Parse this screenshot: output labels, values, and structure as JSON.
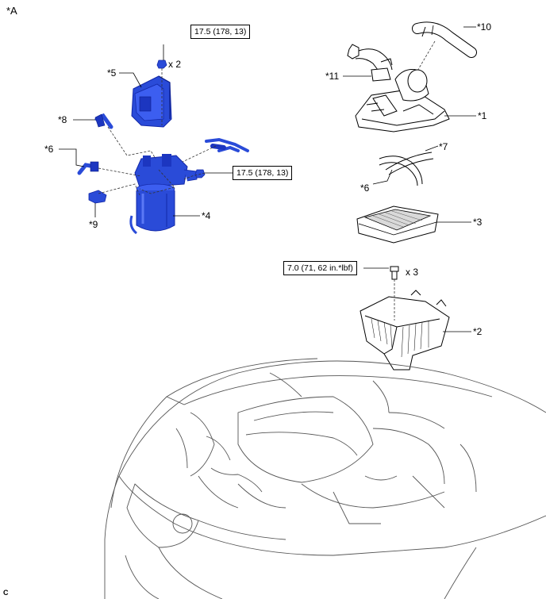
{
  "figure_label": "*A",
  "corner_mark": "C",
  "colors": {
    "part_blue": "#2a4bd8",
    "part_blue_dark": "#1328a8",
    "line": "#333333"
  },
  "callouts": {
    "p1": "*1",
    "p2": "*2",
    "p3": "*3",
    "p4": "*4",
    "p5": "*5",
    "p6a": "*6",
    "p6b": "*6",
    "p7": "*7",
    "p8": "*8",
    "p9": "*9",
    "p10": "*10",
    "p11": "*11"
  },
  "quantities": {
    "q5": "x 2",
    "q2": "x 3"
  },
  "torques": {
    "t5": "17.5 (178, 13)",
    "t4": "17.5 (178, 13)",
    "t2": "7.0 (71, 62 in.*lbf)"
  }
}
